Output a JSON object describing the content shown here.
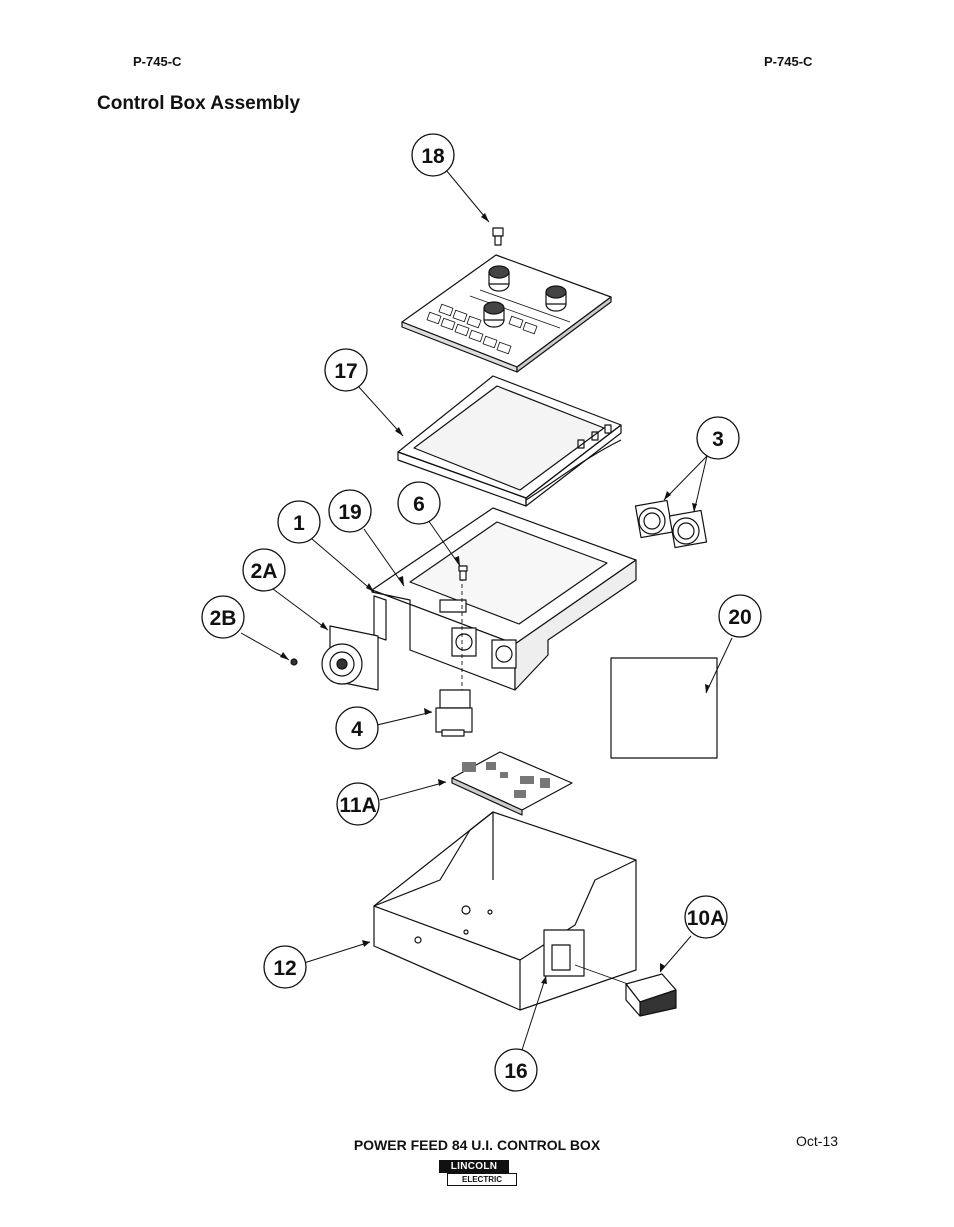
{
  "header": {
    "left_code": "P-745-C",
    "right_code": "P-745-C"
  },
  "page_title": "Control Box Assembly",
  "callouts": [
    "18",
    "17",
    "3",
    "19",
    "6",
    "1",
    "2A",
    "2B",
    "20",
    "4",
    "11A",
    "12",
    "10A",
    "16"
  ],
  "footer": {
    "title": "POWER FEED 84 U.I. CONTROL BOX",
    "date": "Oct-13",
    "logo_top": "LINCOLN",
    "logo_bottom": "ELECTRIC"
  }
}
